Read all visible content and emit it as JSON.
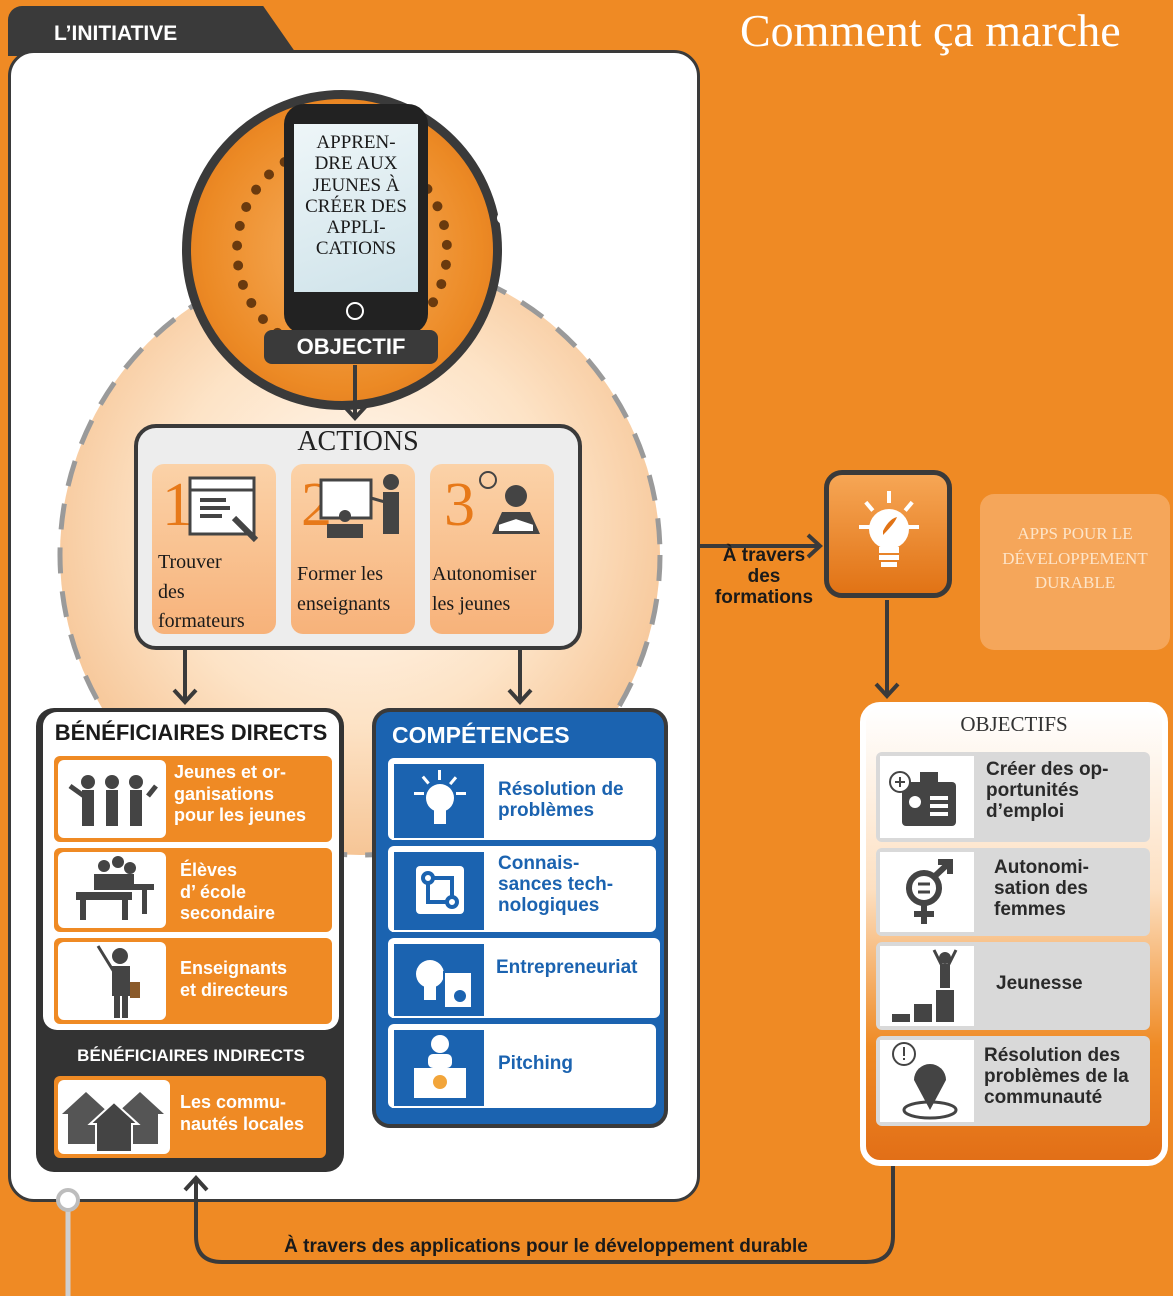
{
  "header": {
    "tab_label": "L’INITIATIVE",
    "title": "Comment ça marche"
  },
  "objective": {
    "screen_text": [
      "APPREN-",
      "DRE AUX",
      "JEUNES À",
      "CRÉER DES",
      "APPLI-",
      "CATIONS"
    ],
    "label": "OBJECTIF"
  },
  "actions": {
    "title": "ACTIONS",
    "items": [
      {
        "number": "1",
        "label_lines": [
          "Trouver",
          "des",
          "formateurs"
        ],
        "icon": "browser-wrench-icon"
      },
      {
        "number": "2",
        "label_lines": [
          "Former les",
          "enseignants"
        ],
        "icon": "teacher-board-icon"
      },
      {
        "number": "3",
        "label_lines": [
          "Autonomiser",
          "les jeunes"
        ],
        "icon": "reader-idea-icon"
      }
    ]
  },
  "beneficiaries": {
    "direct_title": "BÉNÉFICIAIRES DIRECTS",
    "direct_items": [
      {
        "label_lines": [
          "Jeunes et or-",
          "ganisations",
          "pour les jeunes"
        ],
        "icon": "group-people-icon"
      },
      {
        "label_lines": [
          "Élèves",
          "d’ école",
          "secondaire"
        ],
        "icon": "students-desks-icon"
      },
      {
        "label_lines": [
          "Enseignants",
          "et directeurs"
        ],
        "icon": "teacher-pointer-icon"
      }
    ],
    "indirect_title": "BÉNÉFICIAIRES INDIRECTS",
    "indirect_items": [
      {
        "label_lines": [
          "Les commu-",
          "nautés locales"
        ],
        "icon": "houses-icon"
      }
    ]
  },
  "competences": {
    "title": "COMPÉTENCES",
    "items": [
      {
        "label_lines": [
          "Résolution de",
          "problèmes"
        ],
        "icon": "lightbulb-icon"
      },
      {
        "label_lines": [
          "Connais-",
          "sances tech-",
          "nologiques"
        ],
        "icon": "circuit-icon"
      },
      {
        "label_lines": [
          "Entrepreneuriat"
        ],
        "icon": "bulb-document-icon"
      },
      {
        "label_lines": [
          "Pitching"
        ],
        "icon": "presenter-icon"
      }
    ]
  },
  "through_trainings": [
    "À travers",
    "des",
    "formations"
  ],
  "apps_box": [
    "APPS POUR LE",
    "DÉVELOPPEMENT",
    "DURABLE"
  ],
  "objectifs": {
    "title": "OBJECTIFS",
    "items": [
      {
        "label_lines": [
          "Créer des op-",
          "portunités",
          "d’emploi"
        ],
        "icon": "id-card-plus-icon"
      },
      {
        "label_lines": [
          "Autonomi-",
          "sation des",
          "femmes"
        ],
        "icon": "gender-equality-icon"
      },
      {
        "label_lines": [
          "Jeunesse"
        ],
        "icon": "podium-person-icon"
      },
      {
        "label_lines": [
          "Résolution des",
          "problèmes de la",
          "communauté"
        ],
        "icon": "map-pin-alert-icon"
      }
    ]
  },
  "bottom_label": "À travers des applications pour le développement durable"
}
